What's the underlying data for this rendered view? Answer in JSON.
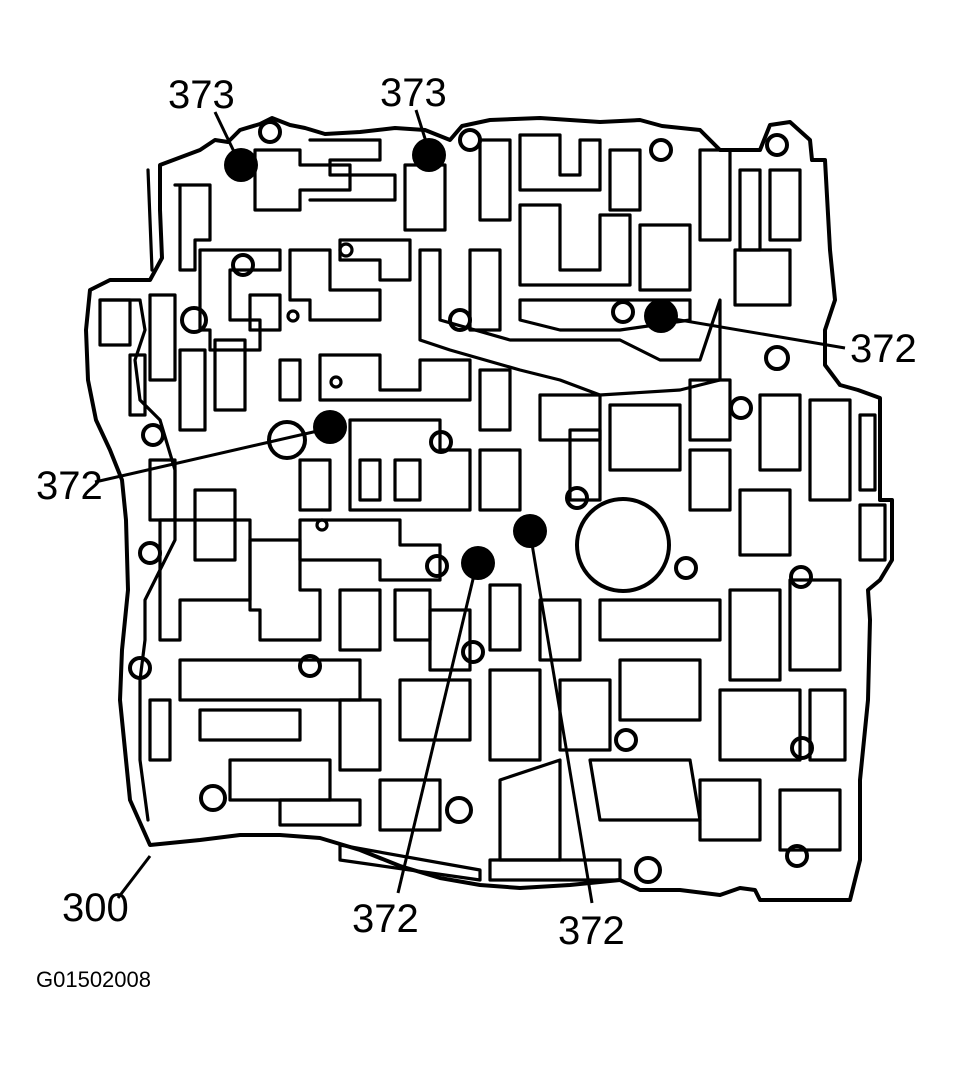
{
  "figure_id": "G01502008",
  "plate_callout": "300",
  "colors": {
    "ink": "#000000",
    "paper": "#ffffff"
  },
  "callouts": [
    {
      "label": "373"
    },
    {
      "label": "373"
    },
    {
      "label": "372"
    },
    {
      "label": "372"
    },
    {
      "label": "372"
    },
    {
      "label": "372"
    }
  ],
  "check_balls": [
    {
      "callout": "373"
    },
    {
      "callout": "373"
    },
    {
      "callout": "372"
    },
    {
      "callout": "372"
    },
    {
      "callout": "372"
    },
    {
      "callout": "372"
    }
  ]
}
